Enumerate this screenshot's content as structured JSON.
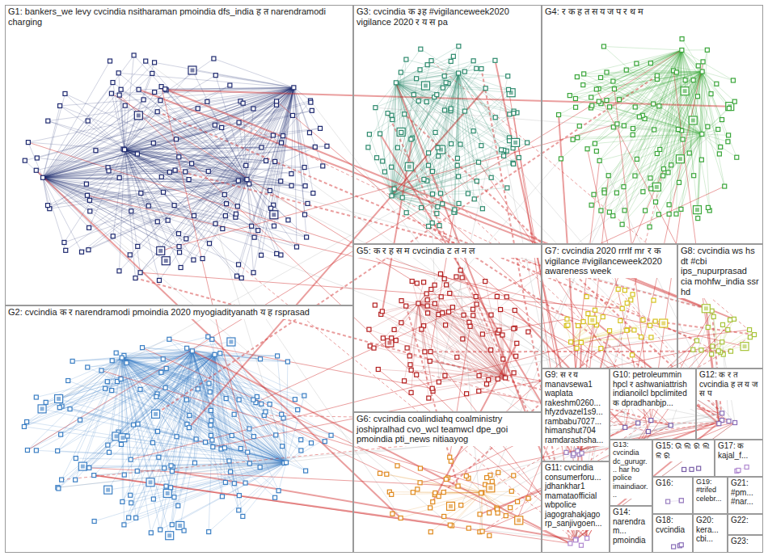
{
  "diagram": {
    "nodes": [
      {
        "text": [
          "G1: bankers_we levy cvcindia nsitharaman pmoindia dfs_india ह त narendramodi charging"
        ]
      },
      {
        "text": [
          "G2: cvcindia क र narendramodi pmoindia 2020 myogiadityanath य ह rsprasad"
        ]
      },
      {
        "text": [
          "G3: cvcindia क ३ह #vigilanceweek2020 vigilance 2020 र य स pa"
        ]
      },
      {
        "text": [
          "G4: र क ह त स य ज प र थ म"
        ]
      },
      {
        "text": [
          "G5: क र ह स म cvcindia ट त न ल"
        ]
      },
      {
        "text": [
          "G6: cvcindia coalindiahq coalministry joshipralhad cvo_wcl teamwcl dpe_goi pmoindia pti_news nitiaayog"
        ]
      },
      {
        "text": [
          "G7: cvcindia 2020 rrrlf mr र क vigilance #vigilanceweek2020 awareness week"
        ]
      },
      {
        "text": [
          "G8: cvcindia ws hs dt #cbi ips_nupurprasad cia mohfw_india ssr hd"
        ]
      },
      {
        "text": [
          "G9: स र य manavsewa1 waplata rakeshm0260... hfyzdvazel1s9... rambabu7027... himanshut704 ramdarashsha..."
        ]
      },
      {
        "text": [
          "G10: petroleummin hpcl र ashwaniattrish indianoilcl bpclimited क dpradhanbjp..."
        ]
      },
      {
        "text": [
          "G11: cvcindia consumerforu... jdhankhar1 mamataofficial wbpolice jagograhakjago rp_sanjivgoen..."
        ]
      },
      {
        "text": [
          "G12: क र त cvcindia ह ल य ज स प"
        ]
      },
      {
        "text": [
          "G13: cvcindia dc_gurugr... har ho police imaindiaor..."
        ]
      },
      {
        "text": [
          "G14: narendram... pmoindia"
        ]
      },
      {
        "text": [
          "G15: ଉ ଲ ର ଲ ଳ ର"
        ]
      },
      {
        "text": [
          "G16:"
        ]
      },
      {
        "text": [
          "G17: क kajal_f..."
        ]
      },
      {
        "text": [
          "G18: cvcindia"
        ]
      },
      {
        "text": [
          "G19: #trifed celebr..."
        ]
      },
      {
        "text": [
          "G20: kera... cbi..."
        ]
      },
      {
        "text": [
          "G21: #pm... #nar..."
        ]
      },
      {
        "text": [
          "G22:"
        ]
      },
      {
        "text": [
          "G23:"
        ]
      }
    ]
  }
}
